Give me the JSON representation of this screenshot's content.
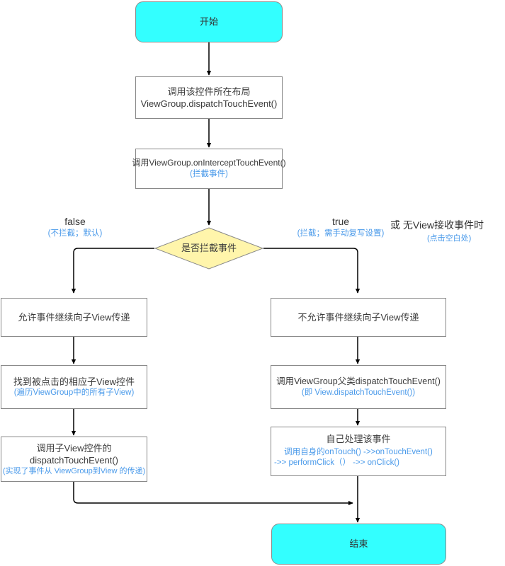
{
  "diagram": {
    "title_present": false,
    "colors": {
      "terminator_fill": "#33ffff",
      "decision_fill": "#fff5ab",
      "process_fill": "#ffffff",
      "border": "#888888",
      "text": "#3b3b3b",
      "annotation_blue": "#4a9aea",
      "edge": "#000000"
    },
    "nodes": {
      "start": {
        "type": "terminator",
        "label": "开始"
      },
      "dispatch_parent": {
        "type": "process",
        "line1": "调用该控件所在布局",
        "line2": "ViewGroup.dispatchTouchEvent()"
      },
      "on_intercept": {
        "type": "process",
        "line1": "调用ViewGroup.onInterceptTouchEvent()",
        "line2": "(拦截事件)"
      },
      "decision": {
        "type": "decision",
        "label": "是否拦截事件"
      },
      "allow_pass": {
        "type": "process",
        "line1": "允许事件继续向子View传递"
      },
      "find_child": {
        "type": "process",
        "line1": "找到被点击的相应子View控件",
        "line2": "(遍历ViewGroup中的所有子View)"
      },
      "child_dispatch": {
        "type": "process",
        "line1": "调用子View控件的",
        "line2": "dispatchTouchEvent()",
        "line3": "(实现了事件从 ViewGroup到View 的传递)"
      },
      "deny_pass": {
        "type": "process",
        "line1": "不允许事件继续向子View传递"
      },
      "super_dispatch": {
        "type": "process",
        "line1": "调用ViewGroup父类dispatchTouchEvent()",
        "line2": "(即 View.dispatchTouchEvent())"
      },
      "handle_self": {
        "type": "process",
        "line1": "自己处理该事件",
        "line2": "调用自身的onTouch() ->>onTouchEvent()",
        "line3": "->> performClick（） ->> onClick()"
      },
      "end": {
        "type": "terminator",
        "label": "结束"
      }
    },
    "edge_labels": {
      "false_branch": {
        "main": "false",
        "sub": "(不拦截；默认)"
      },
      "true_branch": {
        "main": "true",
        "sub": "(拦截；需手动复写设置)"
      },
      "or_text": "或  无View接收事件时",
      "or_sub": "(点击空白处)"
    }
  }
}
